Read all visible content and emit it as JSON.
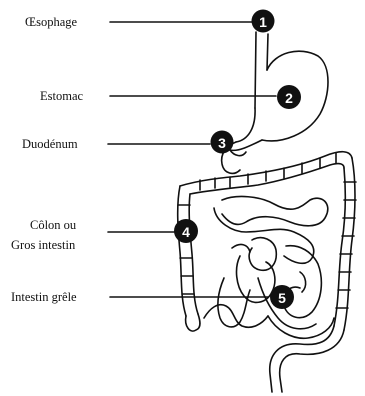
{
  "labels": {
    "oesophage": "Œsophage",
    "estomac": "Estomac",
    "duodenum": "Duodénum",
    "colon_line1": "Côlon ou",
    "colon_line2": "Gros intestin",
    "intestin_grele": "Intestin grêle"
  },
  "markers": {
    "m1": "1",
    "m2": "2",
    "m3": "3",
    "m4": "4",
    "m5": "5"
  },
  "colors": {
    "ink": "#111111",
    "marker_fill": "#111111",
    "marker_text": "#ffffff",
    "background": "#ffffff"
  }
}
